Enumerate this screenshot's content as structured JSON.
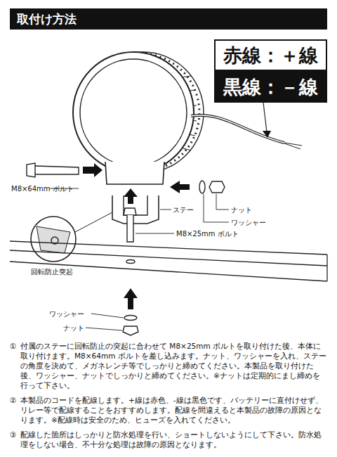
{
  "diagram": {
    "title": "取付け方法",
    "nodes": [
      {
        "text": [
          "赤線：＋線"
        ]
      },
      {
        "text": [
          "黒線：－線"
        ]
      }
    ],
    "labels": [
      "M8×64mm ボルト",
      "ナット",
      "ワッシャー",
      "ステー",
      "M8×25mm ボルト",
      "回転防止突起",
      "ワッシャー",
      "ナット",
      "①",
      "付属のステーに回転防止の突起に合わせて M8×25mm ボルトを取り付けた後、本体に取り付けます。M8×64mm ボルトを差し込みます。ナット、ワッシャーを入れ、ステーの角度を決めて、メガネレンチ等でしっかりと締めてください。本製品を取り付けた後、ワッシャー、ナットでしっかりと締めてください。※ナットは定期的にまし締めを行って下さい。",
      "②",
      "本製品のコードを配線します。+線は赤色、-線は黒色です、バッテリーに直付けせず、リレー等で配線することをおすすめします。配線を間違えると本製品の故障の原因となります。※配線時は安全のため、ヒューズを入れてください。",
      "③",
      "配線した箇所はしっかりと防水処理を行い、ショートしないようにして下さい。防水処理をしない場合、不十分な処理は故障の原因となります。"
    ]
  }
}
